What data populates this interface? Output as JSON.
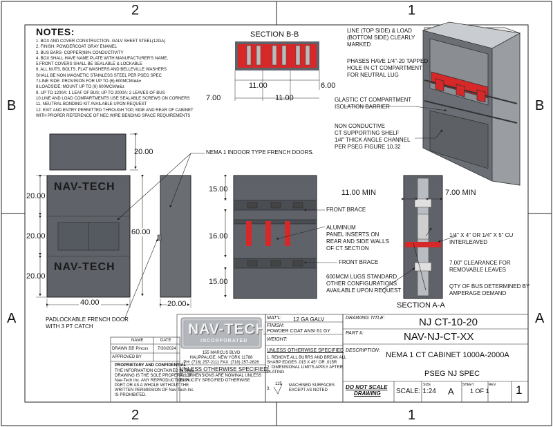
{
  "zones": {
    "top_left": "2",
    "top_right": "1",
    "bottom_left": "2",
    "bottom_right": "1",
    "left_upper": "B",
    "left_lower": "A",
    "right_upper": "B",
    "right_lower": "A"
  },
  "notes": {
    "title": "NOTES:",
    "items": [
      "1. BOX AND COVER CONSTRUCTION- GALV SHEET STEEL(12GA)",
      "2. FINISH: POWDERCOAT GRAY ENAMEL",
      "3. BUS BARS- COPPER(98% CONDUCTIVITY",
      "4. BOX SHALL HAVE NAME PLATE WITH MANUFACTURER'S NAME,",
      "5.FRONT COVERS SHALL BE SEALABLE & LOCKABLE",
      "6. ALL NUTS, BOLTS, FLAT WASHERS AND BELLEVILLE WASHERS",
      "   SHALL BE NON MAGNETIC STAINLESS STEEL PER PSEG SPEC",
      "7.LINE SIDE: PROVISION FOR UP TO (6) 600MCM/ø&±",
      "8.LOADSIDE: MOUNT UP TO (6) 600MCM/ø&±",
      "9. UP TO 1200A: 1 LEAF OF BUS;  UP TO 2000A: 2 LEAVES OF BUS",
      "10.LINE AND LOAD COMPARTMENTS USE SEALABLE SCREWS ON CORNERS",
      "11. NEUTRAL BONDING KIT AVAILABLE UPON REQUEST",
      "12. EXIT AND ENTRY PERMITTED THROUGH TOP, SIDE AND REAR OF CABINET",
      "    WITH PROPER REFERENCE OF NEC WIRE BENDING SPACE REQUIREMENTS"
    ]
  },
  "section_bb": {
    "title": "SECTION B-B",
    "dim_left": "7.00",
    "dim_a": "11.00",
    "dim_b": "11.00",
    "dim_right": "6.00"
  },
  "section_aa": {
    "title": "SECTION A-A",
    "dim_left": "11.00 MIN",
    "dim_right": "7.00 MIN"
  },
  "callouts": {
    "line_load": [
      "LINE (TOP SIDE) & LOAD",
      "(BOTTOM SIDE) CLEARLY",
      "MARKED"
    ],
    "phases": [
      "PHASES HAVE 1/4\"-20 TAPPED",
      "HOLE IN CT COMPARTMENT",
      "FOR NEUTRAL LUG"
    ],
    "glastic": [
      "GLASTIC CT COMPARTMENT",
      "ISOLATION BARRIER"
    ],
    "shelf": [
      "NON CONDUCTIVE",
      "CT SUPPORTING SHELF",
      "1/4\" THICK ANGLE CHANNEL",
      "PER PSEG FIGURE 10.32"
    ],
    "nema_doors": "NEMA 1 INDOOR TYPE FRENCH DOORS.",
    "front_brace_top": "FRONT BRACE",
    "aluminum": [
      "ALUMINUM",
      "PANEL INSERTS ON",
      "REAR AND SIDE WALLS",
      "OF CT SECTION"
    ],
    "front_brace_bottom": "FRONT BRACE",
    "lugs": [
      "600MCM LUGS STANDARD",
      "OTHER CONFIGURATIONS",
      "AVAILABLE UPON REQUEST"
    ],
    "cu": [
      "1/4\" X 4\" OR 1/4\" X 5\" CU",
      "INTERLEAVED"
    ],
    "clearance": [
      "7.00\" CLEARANCE FOR",
      "REMOVABLE LEAVES"
    ],
    "qty": [
      "QTY OF BUS DETERMINED BY",
      "AMPERAGE DEMAND"
    ],
    "padlock": [
      "PADLOCKABLE FRENCH DOOR",
      "WITH 3 PT CATCH"
    ]
  },
  "dims": {
    "top_height": "20.00",
    "front_top": "20.00",
    "front_mid": "20.00",
    "front_bot": "20.00",
    "front_width": "40.00",
    "side_height": "60.00",
    "side_width": "20.00",
    "interior_top": "15.00",
    "interior_mid": "16.00",
    "interior_bot": "15.00"
  },
  "brand": {
    "door_logo": "NAV-TECH",
    "logo_main": "NAV-TECH",
    "logo_sub": "INCORPORATED"
  },
  "title_block": {
    "name_hdr": "NAME",
    "date_hdr": "DATE",
    "drawn_by_label": "DRAWN BY",
    "drawn_by": "J. Pincus",
    "date": "7/30/2024",
    "approved_label": "APPROVED BY",
    "proprietary_title": "PROPRIETARY AND CONFIDENTIAL",
    "proprietary": [
      "THE INFORMATION CONTAINED IN THIS",
      "DRAWING IS THE SOLE PROPERTY OF",
      "Nav-Tech Inc.  ANY REPRODUCTION IN",
      "PART OR AS A WHOLE WITHOUT THE",
      "WRITTEN PERMISSION OF Nav-Tech Inc.",
      "IS PROHIBITED."
    ],
    "address": [
      "155 MARCUS BLVD",
      "HAUPPAUGE, NEW YORK 11788",
      "PH: (718) 257-2111   FAX: (718) 257-2626"
    ],
    "unless_title": "UNLESS OTHERWISE SPECIFIED:",
    "unless_text": [
      "ALL DIMENSIONS ARE NOMINAL UNLESS",
      "EXPLICITY SPECIFIED OTHERWISE"
    ],
    "matl_label": "MAT'L:",
    "matl": "12 GA GALV",
    "finish_label": "FINISH:",
    "finish": "POWDER COAT ANSI 61 GY",
    "weight_label": "WEIGHT:",
    "unless2_title": "UNLESS OTHERWISE SPECIFIED",
    "unless2": [
      "1. REMOVE ALL BURRS AND BREAK ALL",
      "SHARP EDGES  .015 X 45° OR .015R",
      "",
      "2. DIMENSIONAL LIMITS APPLY AFTER",
      "PLATING"
    ],
    "machined": [
      "3.",
      "125",
      "MACHINED SURFACES",
      "EXCEPT AS NOTED"
    ],
    "drawing_title_label": "DRAWING TITLE:",
    "drawing_title": "NJ CT-10-20",
    "part_label": "PART #:",
    "part": "NAV-NJ-CT-XX",
    "desc_label": "DESCRIPTION:",
    "desc1": "NEMA 1  CT CABINET 1000A-2000A",
    "desc2": "PSEG NJ SPEC",
    "no_scale": [
      "DO NOT SCALE",
      "DRAWING"
    ],
    "scale": "SCALE: 1:24",
    "size_label": "SIZE",
    "size": "A",
    "sheet_label": "SHEET",
    "sheet": "1 OF 1",
    "rev_label": "REV.",
    "rev": "1"
  },
  "colors": {
    "panel": "#5f6369",
    "panel_dark": "#4a4e53",
    "red": "#d62828",
    "line": "#222222"
  }
}
